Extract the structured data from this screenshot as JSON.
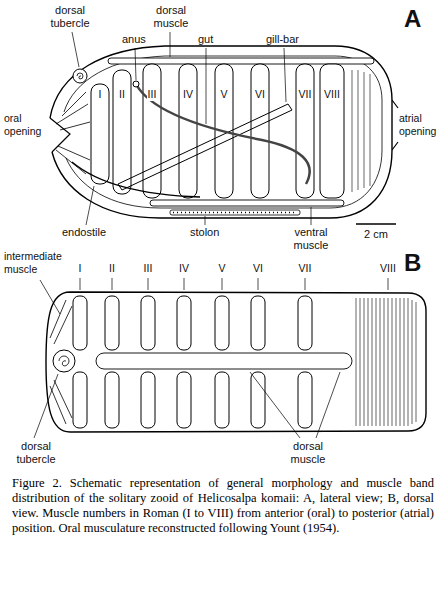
{
  "diagram": {
    "caption": "Figure 2. Schematic representation of general morphology and muscle band distribution of the solitary zooid of Helicosalpa komaii: A, lateral view; B, dorsal view. Muscle numbers in Roman (I to VIII) from anterior (oral) to posterior (atrial) position. Oral musculature reconstructed following Yount (1954).",
    "labels": [
      "A",
      "dorsal muscle",
      "dorsal tubercle",
      "anus",
      "gut",
      "gill-bar",
      "oral opening",
      "atrial opening",
      "I",
      "II",
      "III",
      "IV",
      "V",
      "VI",
      "VII",
      "VIII",
      "2 cm",
      "endostile",
      "stolon",
      "ventral muscle",
      "B",
      "intermediate muscle",
      "I",
      "II",
      "III",
      "IV",
      "V",
      "VI",
      "VII",
      "VIII",
      "dorsal tubercle",
      "dorsal muscle"
    ]
  }
}
